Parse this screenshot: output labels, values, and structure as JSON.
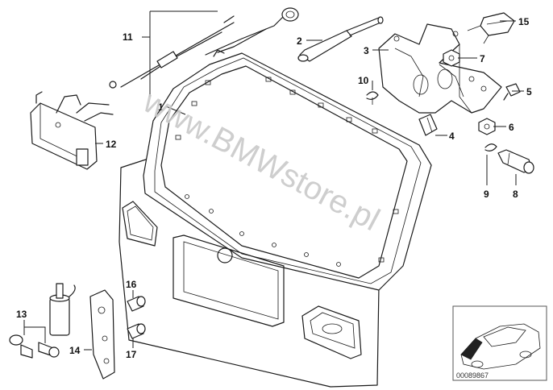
{
  "labels": [
    {
      "id": "1",
      "text": "1"
    },
    {
      "id": "2",
      "text": "2"
    },
    {
      "id": "3",
      "text": "3"
    },
    {
      "id": "4",
      "text": "4"
    },
    {
      "id": "5",
      "text": "5"
    },
    {
      "id": "6",
      "text": "6"
    },
    {
      "id": "7",
      "text": "7"
    },
    {
      "id": "8",
      "text": "8"
    },
    {
      "id": "9",
      "text": "9"
    },
    {
      "id": "10",
      "text": "10"
    },
    {
      "id": "11",
      "text": "11"
    },
    {
      "id": "12",
      "text": "12"
    },
    {
      "id": "13",
      "text": "13"
    },
    {
      "id": "14",
      "text": "14"
    },
    {
      "id": "15",
      "text": "15"
    },
    {
      "id": "16",
      "text": "16"
    },
    {
      "id": "17",
      "text": "17"
    }
  ],
  "watermark": "www.BMWstore.pl",
  "reference_number": "00089867"
}
